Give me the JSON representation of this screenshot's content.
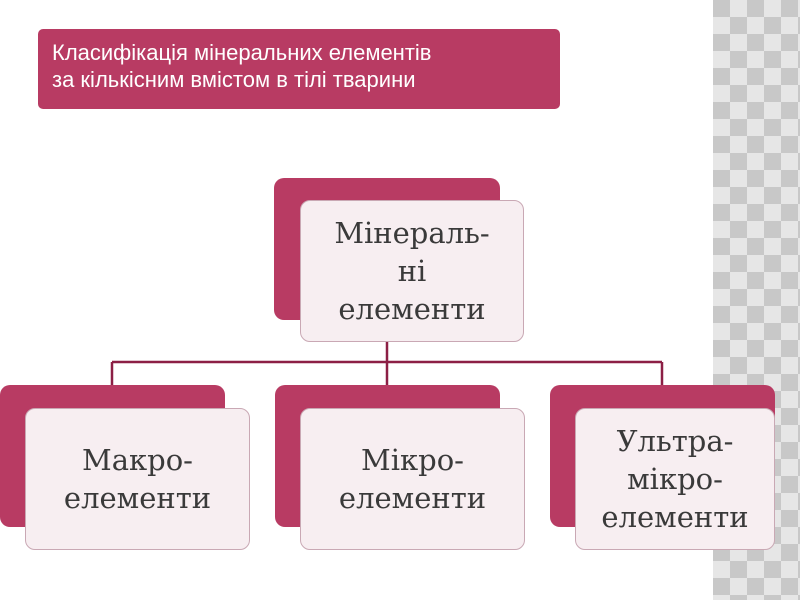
{
  "title": {
    "line1": "Класифікація мінеральних елементів",
    "line2": "за кількісним вмістом в тілі тварини"
  },
  "diagram": {
    "root": {
      "lines": [
        "Мінераль-",
        "ні",
        "елементи"
      ]
    },
    "children": [
      {
        "lines": [
          "Макро-",
          "елементи"
        ]
      },
      {
        "lines": [
          "Мікро-",
          "елементи"
        ]
      },
      {
        "lines": [
          "Ультра-",
          "мікро-",
          "елементи"
        ]
      }
    ]
  },
  "colors": {
    "accent": "#b83b63",
    "box_fill": "#f7eef1",
    "connector": "#8c1f45"
  }
}
